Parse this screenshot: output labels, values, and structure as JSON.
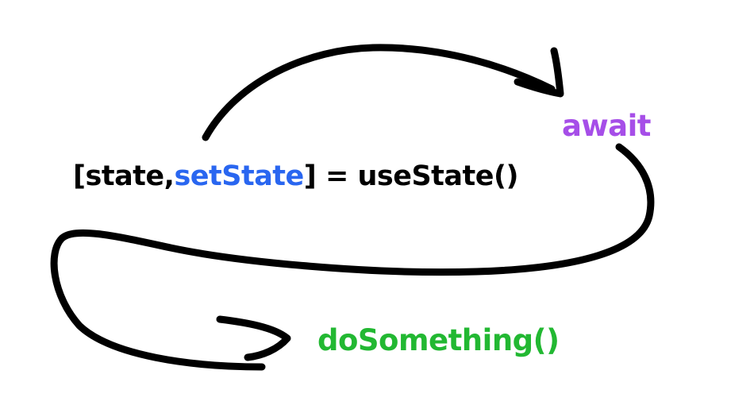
{
  "diagram": {
    "statement": {
      "open_bracket": "[",
      "state": "state,",
      "set_state": "setState",
      "close_bracket": "]",
      "assign": " = ",
      "call": "useState()"
    },
    "await_label": "await",
    "do_something_label": "doSomething()"
  },
  "colors": {
    "set_state": "#2966f0",
    "await": "#a64ee8",
    "do_something": "#22b832",
    "stroke": "#000000"
  }
}
